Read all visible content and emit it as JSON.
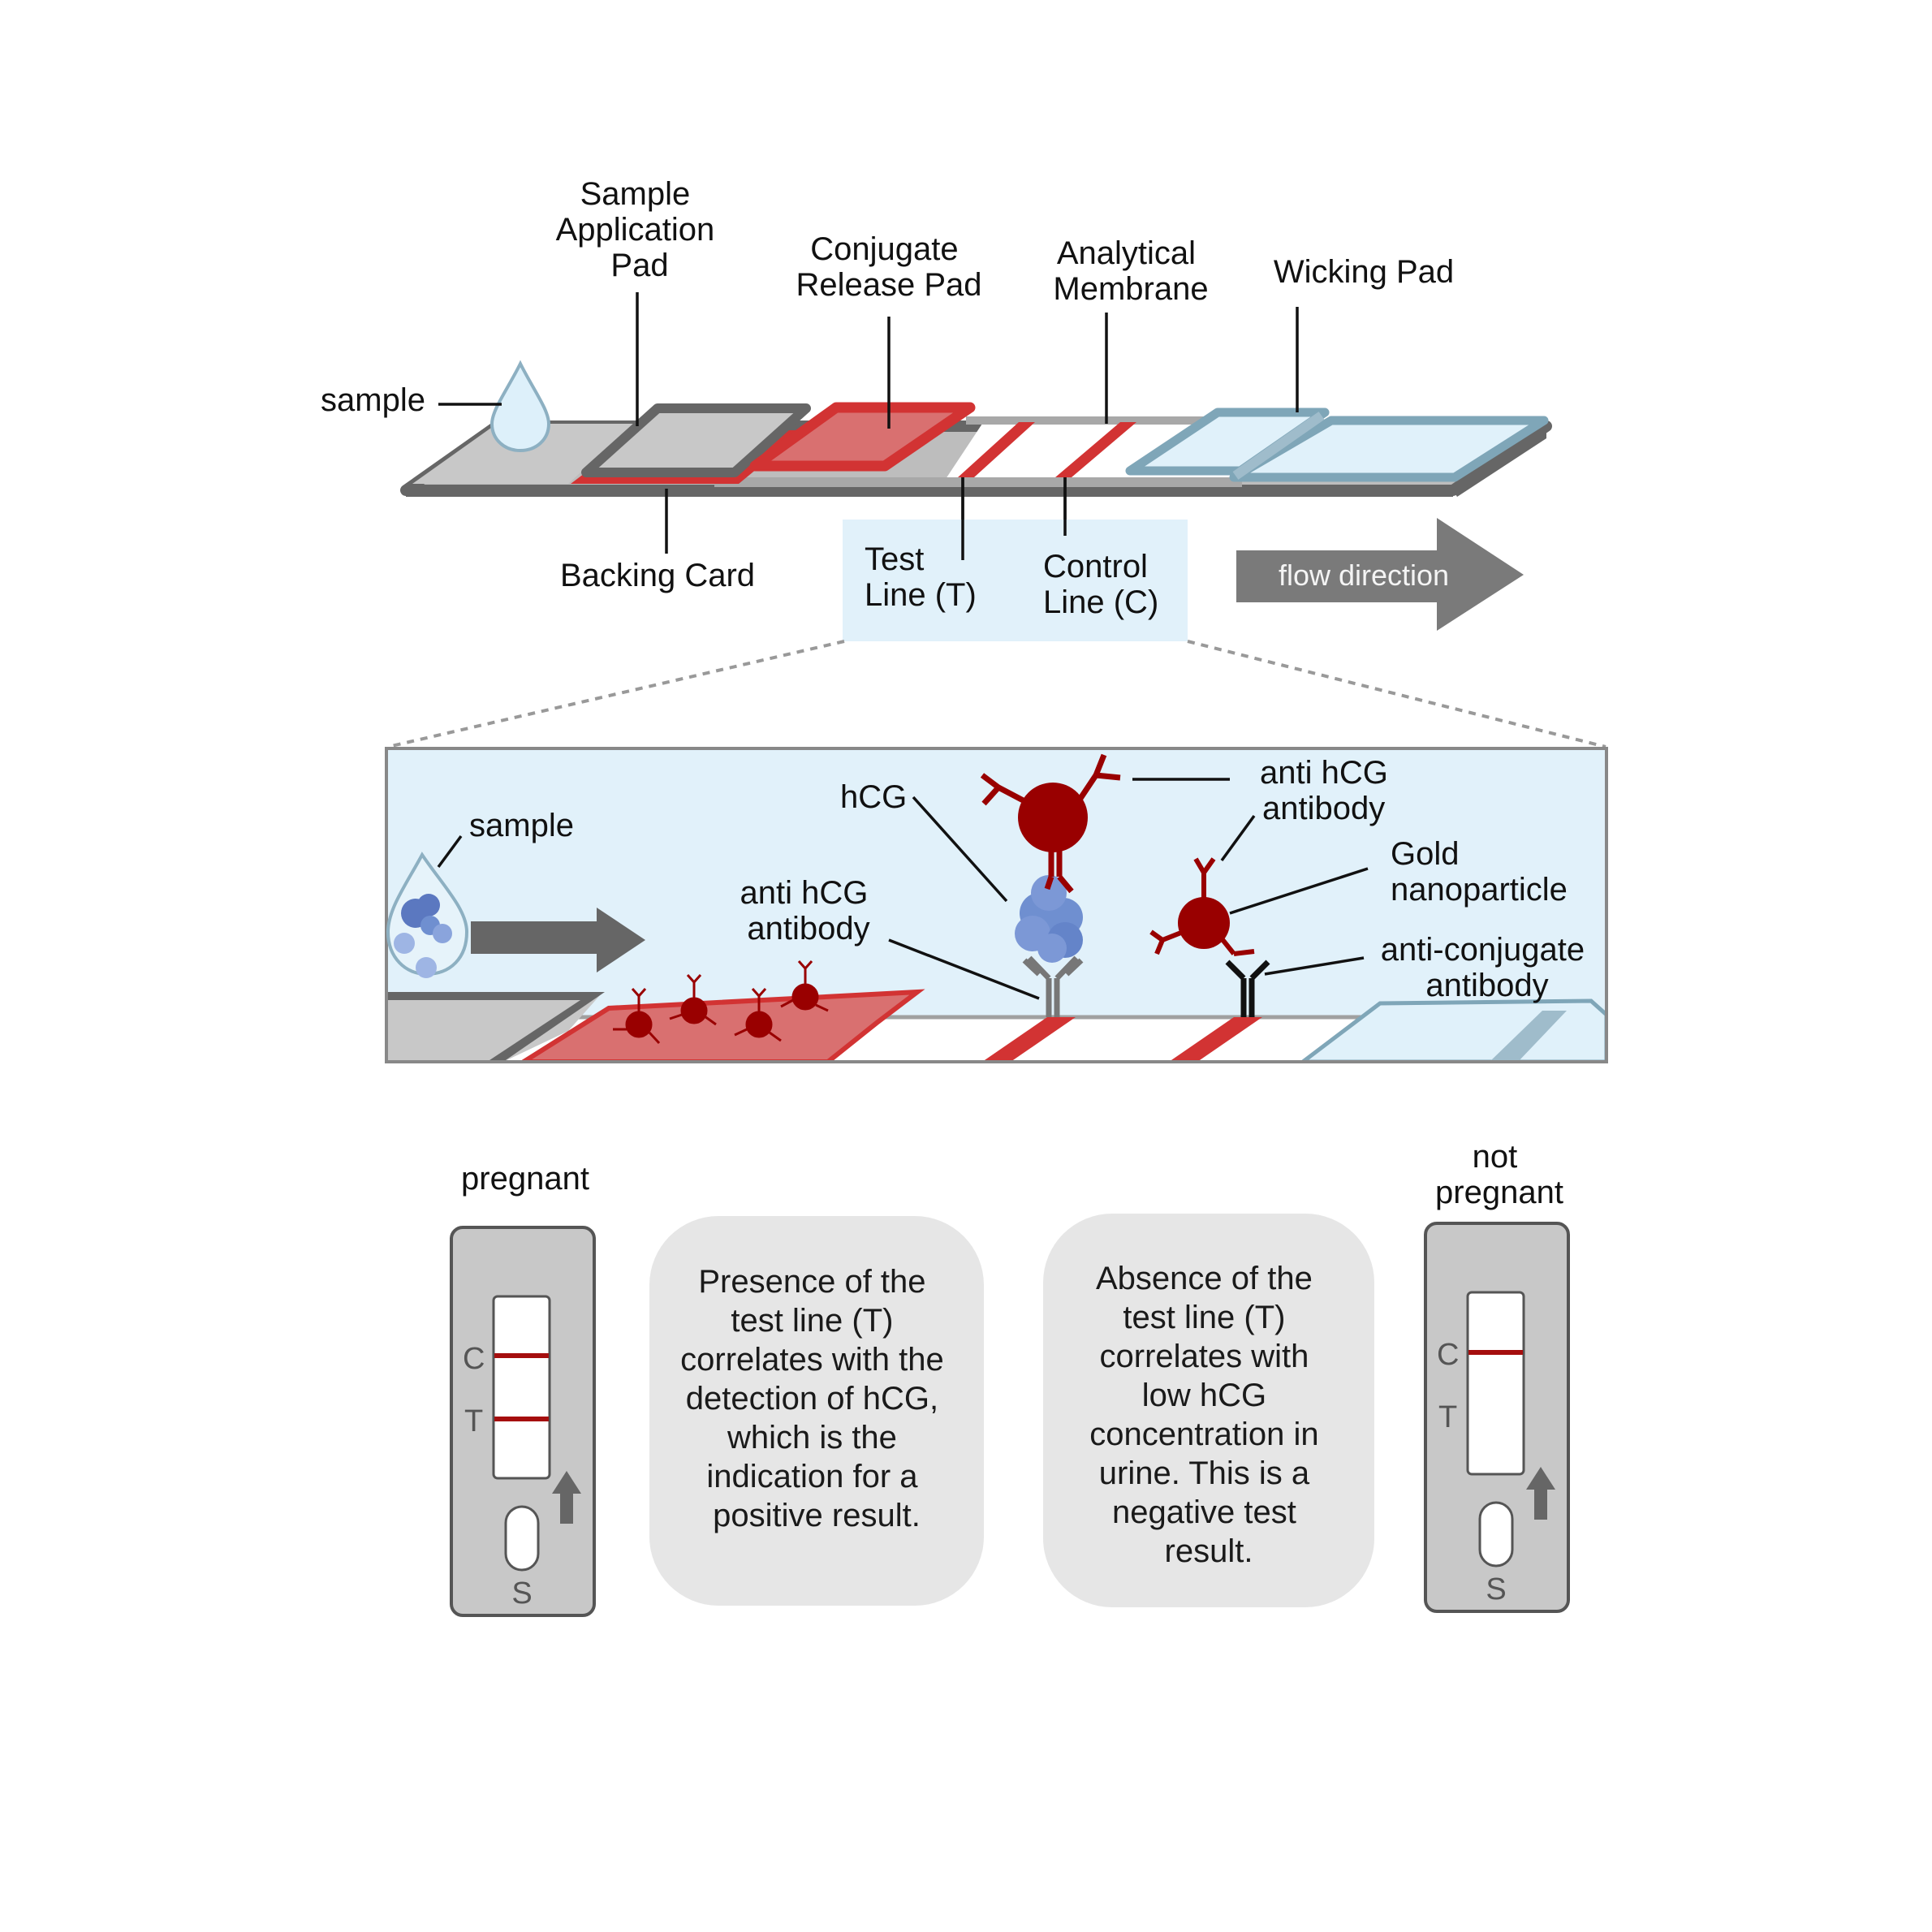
{
  "strip_overview": {
    "labels": {
      "sample": "sample",
      "sample_application_pad": [
        "Sample",
        "Application",
        "Pad"
      ],
      "conjugate_release_pad": [
        "Conjugate",
        "Release Pad"
      ],
      "analytical_membrane": [
        "Analytical",
        "Membrane"
      ],
      "wicking_pad": "Wicking Pad",
      "backing_card": "Backing Card",
      "test_line": [
        "Test",
        "Line (T)"
      ],
      "control_line": [
        "Control",
        "Line (C)"
      ]
    },
    "flow_arrow_label": "flow direction"
  },
  "detail_panel": {
    "labels": {
      "sample": "sample",
      "hcg": "hCG",
      "anti_hcg_antibody_top": [
        "anti hCG",
        "antibody"
      ],
      "gold_nanoparticle": [
        "Gold",
        "nanoparticle"
      ],
      "anti_hcg_antibody_capture": [
        "anti hCG",
        "antibody"
      ],
      "anti_conjugate_antibody": [
        "anti-conjugate",
        "antibody"
      ]
    }
  },
  "results": {
    "positive": {
      "title": "pregnant",
      "device_letters": {
        "c": "C",
        "t": "T",
        "s": "S"
      },
      "control_line_visible": true,
      "test_line_visible": true,
      "description": [
        "Presence of the",
        "test line (T)",
        "correlates with the",
        "detection of hCG,",
        "which is the",
        "indication for a",
        "positive result."
      ]
    },
    "negative": {
      "title": [
        "not",
        "pregnant"
      ],
      "device_letters": {
        "c": "C",
        "t": "T",
        "s": "S"
      },
      "control_line_visible": true,
      "test_line_visible": false,
      "description": [
        "Absence of the",
        "test line (T)",
        "correlates with",
        "low hCG",
        "concentration in",
        "urine. This is a",
        "negative test",
        "result."
      ]
    }
  },
  "colors": {
    "backing_dark": "#666666",
    "pad_gray": "#c8c8c8",
    "conjugate_red": "#d23333",
    "conjugate_fill": "#d97070",
    "wicking_fill": "#e0f1fa",
    "wicking_edge": "#7fa6b8",
    "panel_bg": "#e1f1fa",
    "gold": "#990000",
    "hcg_blue": "#6f8fd0",
    "result_line": "#a50e0e",
    "textbox_bg": "#e6e6e6",
    "device_bg": "#c8c8c8"
  }
}
